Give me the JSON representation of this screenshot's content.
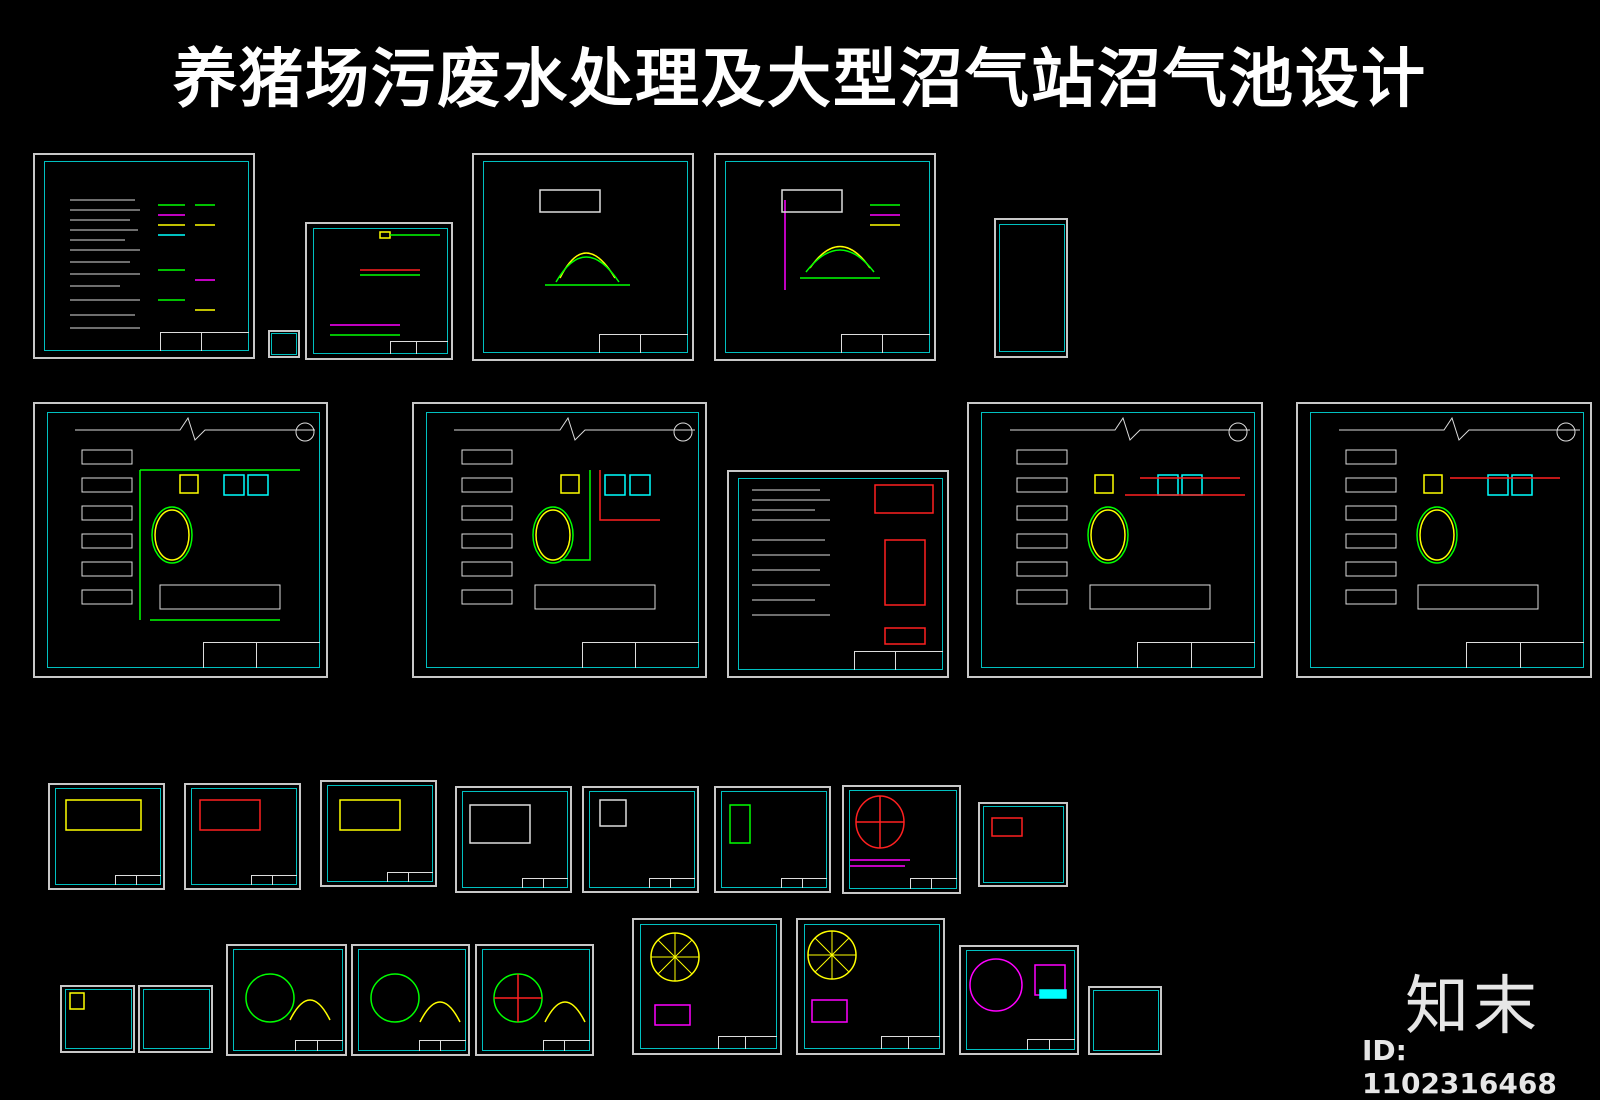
{
  "title": "养猪场污废水处理及大型沼气站沼气池设计",
  "brand": {
    "name": "知末",
    "id_label": "ID: 1102316468"
  },
  "colors": {
    "background": "#000000",
    "frame": "#c8c8c8",
    "inner_frame": "#00c0c0",
    "accent_green": "#00ff00",
    "accent_yellow": "#ffff00",
    "accent_magenta": "#ff00ff",
    "accent_red": "#ff2020",
    "accent_cyan": "#00ffff"
  },
  "sheets": [
    {
      "id": "s1",
      "kind": "notes"
    },
    {
      "id": "s2",
      "kind": "small"
    },
    {
      "id": "s3",
      "kind": "legend"
    },
    {
      "id": "s4",
      "kind": "section"
    },
    {
      "id": "s5",
      "kind": "section"
    },
    {
      "id": "s6",
      "kind": "table"
    },
    {
      "id": "s7",
      "kind": "plan"
    },
    {
      "id": "s8",
      "kind": "plan"
    },
    {
      "id": "s9",
      "kind": "notes"
    },
    {
      "id": "s10",
      "kind": "plan"
    },
    {
      "id": "s11",
      "kind": "plan"
    },
    {
      "id": "s12",
      "kind": "detail"
    },
    {
      "id": "s13",
      "kind": "detail"
    },
    {
      "id": "s14",
      "kind": "detail"
    },
    {
      "id": "s15",
      "kind": "detail"
    },
    {
      "id": "s16",
      "kind": "detail"
    },
    {
      "id": "s17",
      "kind": "detail"
    },
    {
      "id": "s18",
      "kind": "circle"
    },
    {
      "id": "s19",
      "kind": "detail"
    },
    {
      "id": "s20",
      "kind": "detail"
    },
    {
      "id": "s21",
      "kind": "detail"
    },
    {
      "id": "s22",
      "kind": "dome"
    },
    {
      "id": "s23",
      "kind": "dome"
    },
    {
      "id": "s24",
      "kind": "dome"
    },
    {
      "id": "s25",
      "kind": "radial"
    },
    {
      "id": "s26",
      "kind": "radial"
    },
    {
      "id": "s27",
      "kind": "radial"
    },
    {
      "id": "s28",
      "kind": "detail"
    }
  ]
}
